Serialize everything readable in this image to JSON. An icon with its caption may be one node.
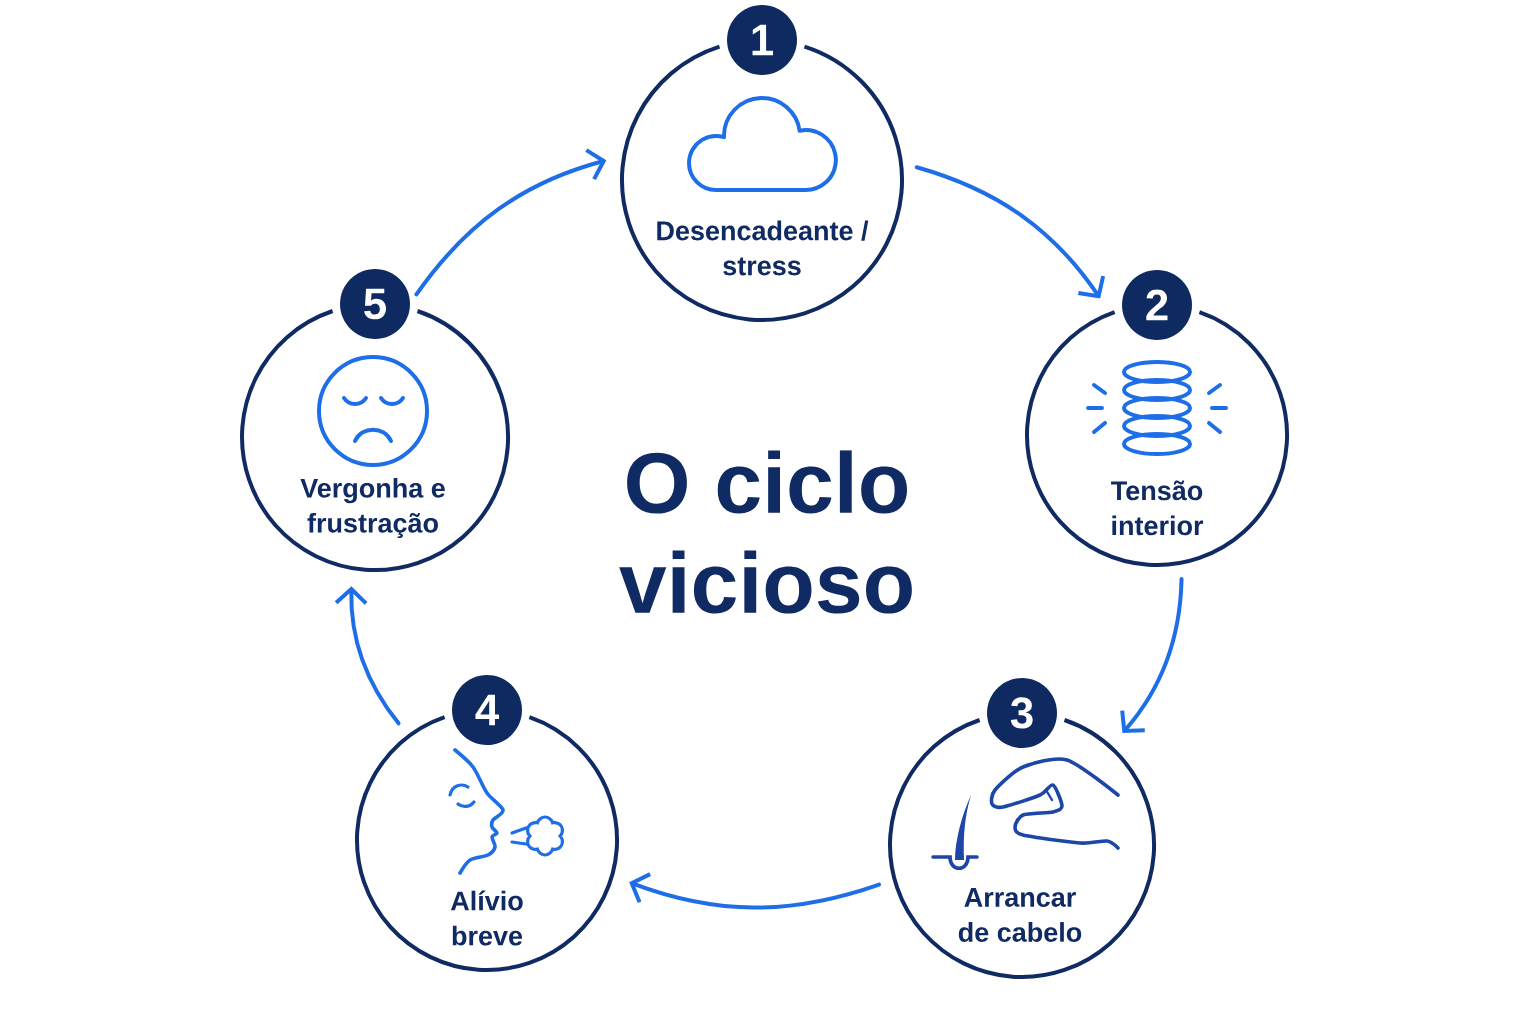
{
  "diagram": {
    "title": "O ciclo vicioso",
    "nodes": [
      {
        "text": [
          "1",
          "Desencadeante / stress"
        ]
      },
      {
        "text": [
          "2",
          "Tensão interior"
        ]
      },
      {
        "text": [
          "3",
          "Arrancar de cabelo"
        ]
      },
      {
        "text": [
          "4",
          "Alívio breve"
        ]
      },
      {
        "text": [
          "5",
          "Vergonha e frustração"
        ]
      }
    ],
    "edges": [
      {
        "from": 0,
        "to": 1,
        "arrow": "to"
      },
      {
        "from": 1,
        "to": 2,
        "arrow": "to"
      },
      {
        "from": 2,
        "to": 3,
        "arrow": "to"
      },
      {
        "from": 3,
        "to": 4,
        "arrow": "to"
      },
      {
        "from": 4,
        "to": 0,
        "arrow": "to"
      }
    ]
  }
}
